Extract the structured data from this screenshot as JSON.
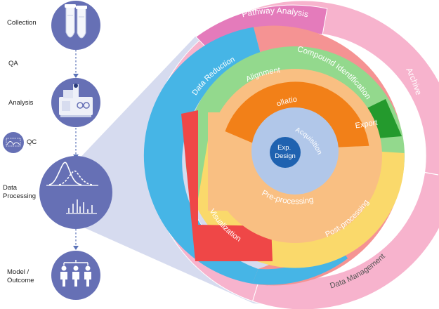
{
  "workflow": {
    "steps": [
      {
        "label": "Collection",
        "icon": "sample-tubes-icon"
      },
      {
        "label": "QA",
        "icon": ""
      },
      {
        "label": "Analysis",
        "icon": "mass-spectrometer-icon"
      },
      {
        "label": "QC",
        "icon": "qc-chromatogram-icon"
      },
      {
        "label": "Data\nProcessing",
        "icon": "peaks-spectrum-icon"
      },
      {
        "label": "Model /\nOutcome",
        "icon": "hierarchy-people-icon"
      }
    ]
  },
  "wheel": {
    "center": "Exp.\nDesign",
    "rings": [
      {
        "segments": [
          "Acquisition"
        ]
      },
      {
        "segments": [
          "Collation",
          "Pre-processing"
        ]
      },
      {
        "segments": [
          "Alignment",
          "Export",
          "Post-processing",
          "Visualization"
        ]
      },
      {
        "segments": [
          "Data Reduction",
          "Compound Identification"
        ]
      },
      {
        "segments": [
          "Pathway Analysis",
          "Archive",
          "Data Management"
        ]
      }
    ]
  },
  "colors": {
    "circle_blue": "#6670b5",
    "arrow_blue": "#5b73b8",
    "cone": "#cfd5ec",
    "exp_design": "#1f62b0",
    "acquisition": "#b1c7e9",
    "collation": "#f28018",
    "preprocessing": "#f9bf82",
    "alignment": "#93d98d",
    "export": "#249a2d",
    "postprocessing": "#fad96b",
    "visualization": "#ef4747",
    "data_reduction": "#46b5e6",
    "compound_identification": "#f59393",
    "pathway_analysis": "#e47bbb",
    "archive_datamanagement": "#f7b3cd"
  }
}
